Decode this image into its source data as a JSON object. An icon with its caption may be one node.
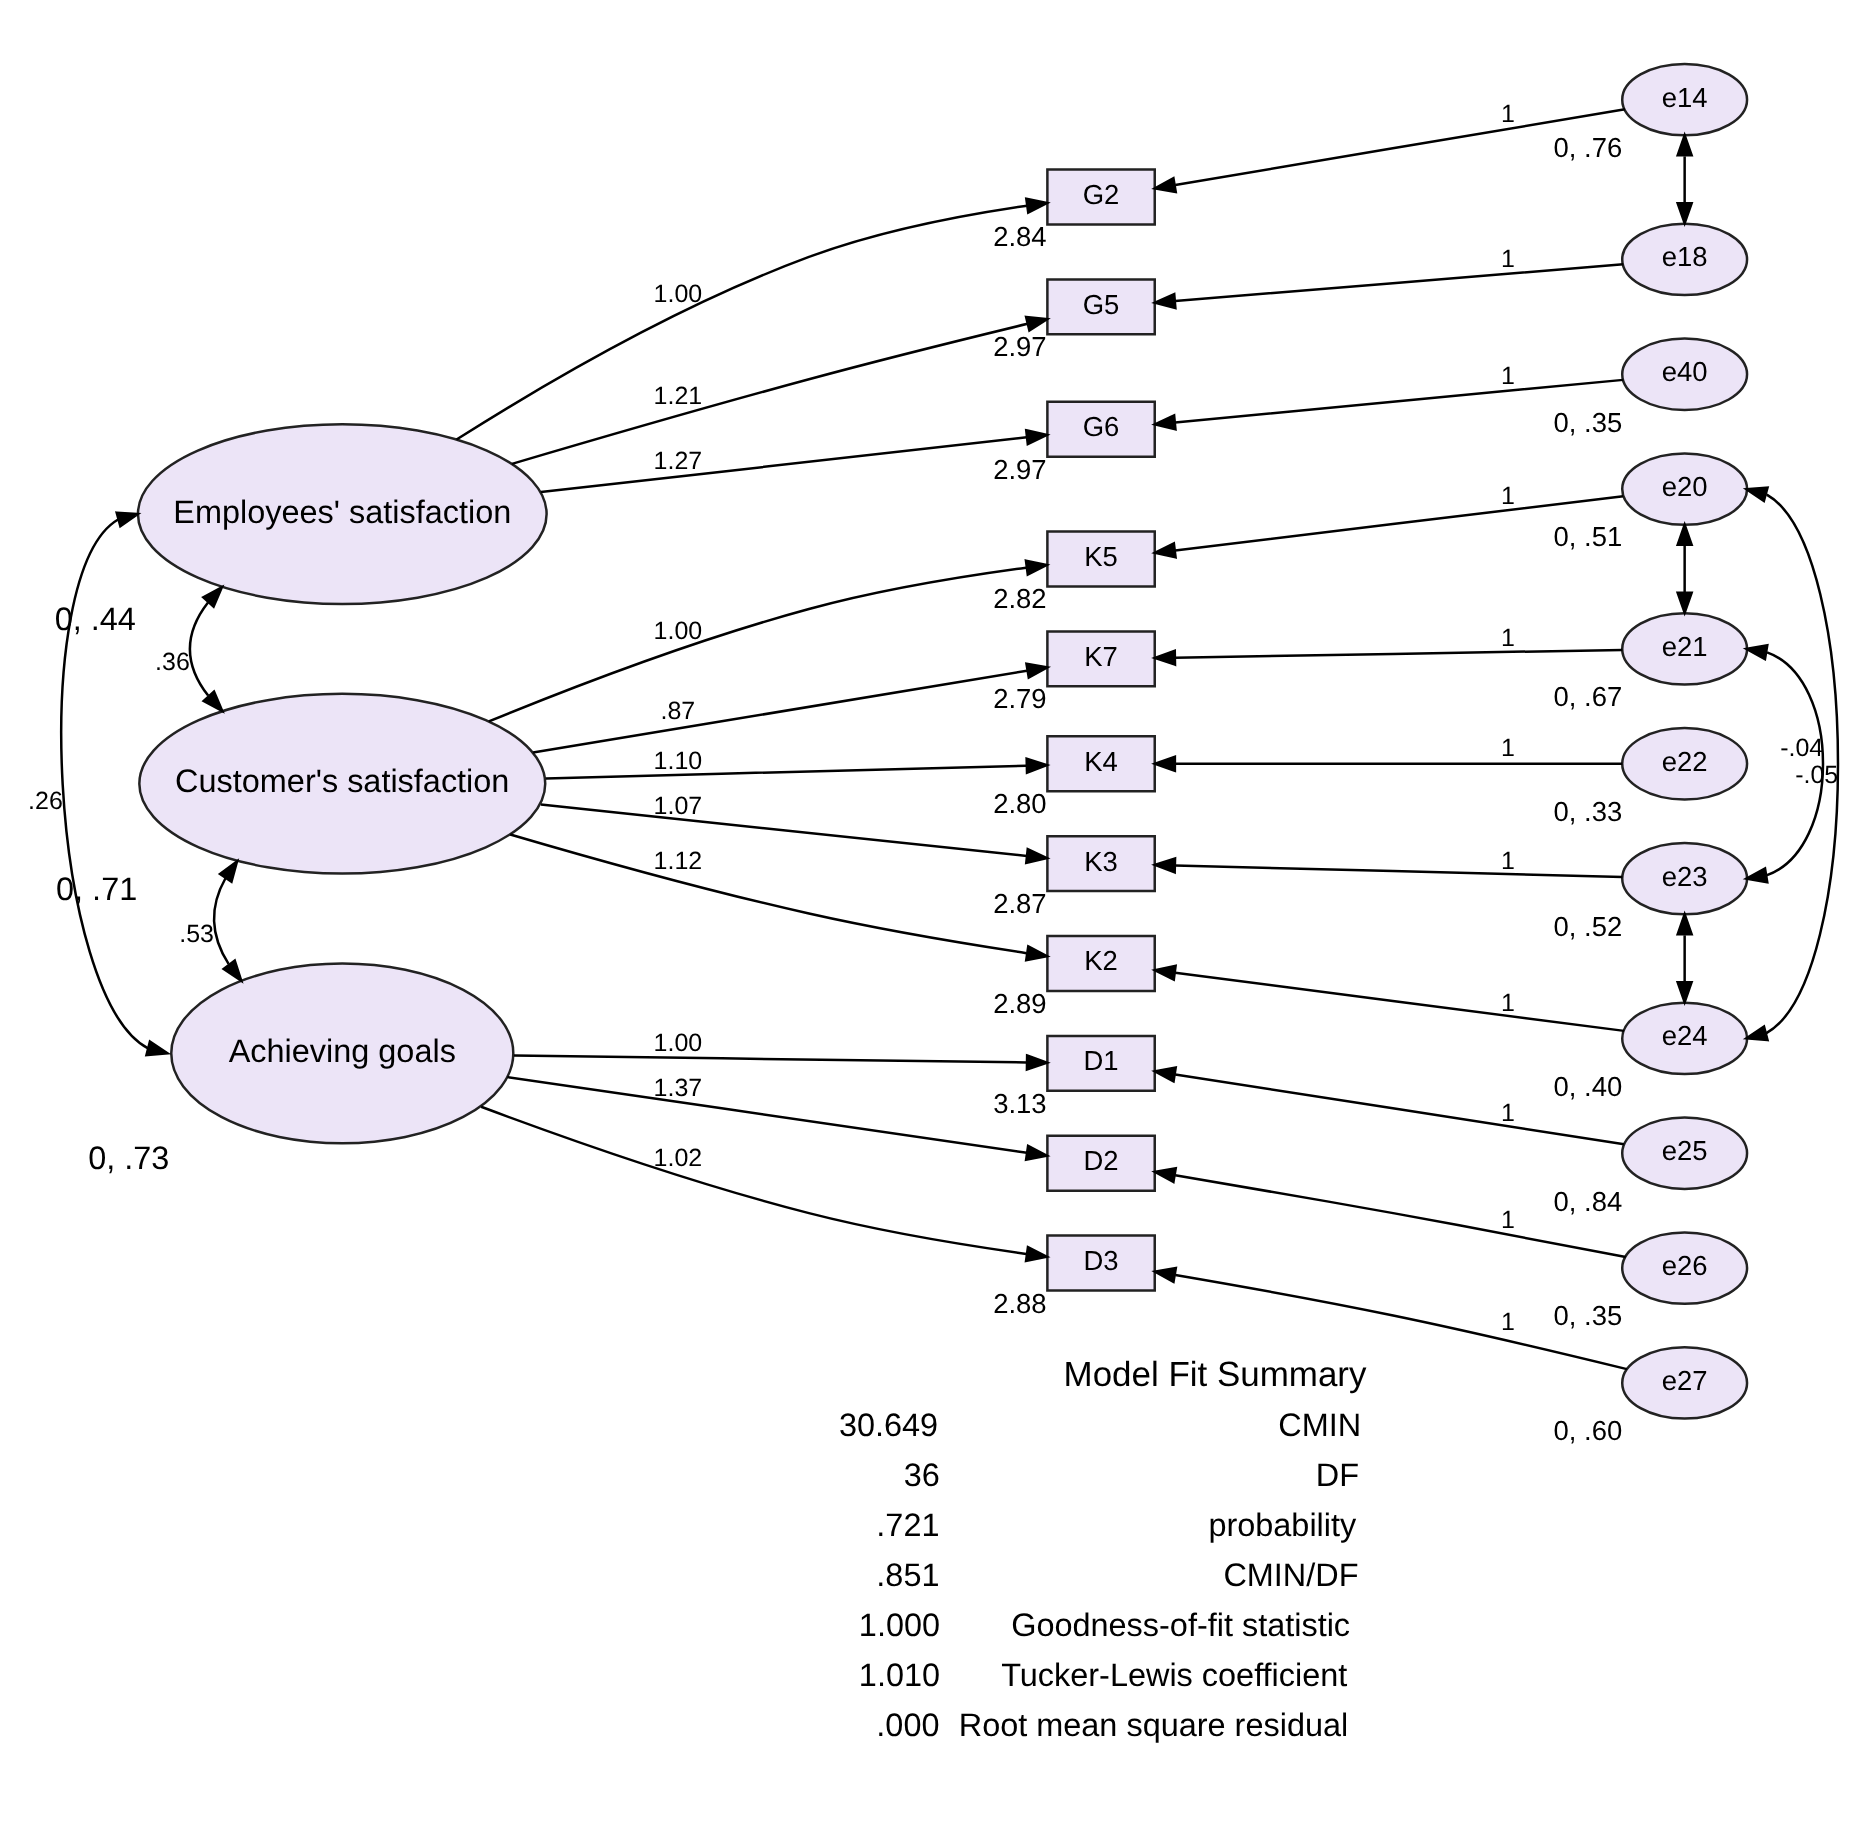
{
  "diagram": {
    "nodes": [
      {
        "text": [
          "Employees' satisfaction"
        ],
        "beside": [
          "0, .44"
        ]
      },
      {
        "text": [
          "G2"
        ],
        "beside": [
          "2.84"
        ]
      },
      {
        "text": [
          "G5"
        ],
        "beside": [
          "2.97"
        ]
      },
      {
        "text": [
          "G6"
        ],
        "beside": [
          "2.97"
        ]
      },
      {
        "text": [
          "e14"
        ],
        "beside": [
          "0, .76"
        ]
      },
      {
        "text": [
          "e18"
        ]
      },
      {
        "text": [
          "e40"
        ],
        "beside": [
          "0, .35"
        ]
      },
      {
        "text": [
          "Customer's satisfaction"
        ],
        "beside": [
          "0, .71"
        ]
      },
      {
        "text": [
          "K5"
        ],
        "beside": [
          "2.82"
        ]
      },
      {
        "text": [
          "K7"
        ],
        "beside": [
          "2.79"
        ]
      },
      {
        "text": [
          "K4"
        ],
        "beside": [
          "2.80"
        ]
      },
      {
        "text": [
          "K3"
        ],
        "beside": [
          "2.87"
        ]
      },
      {
        "text": [
          "K2"
        ],
        "beside": [
          "2.89"
        ]
      },
      {
        "text": [
          "e20"
        ],
        "beside": [
          "0, .51"
        ]
      },
      {
        "text": [
          "e21"
        ],
        "beside": [
          "0, .67"
        ]
      },
      {
        "text": [
          "e22"
        ],
        "beside": [
          "0, .33"
        ]
      },
      {
        "text": [
          "e23"
        ],
        "beside": [
          "0, .52"
        ]
      },
      {
        "text": [
          "e24"
        ],
        "beside": [
          "0, .40"
        ]
      },
      {
        "text": [
          "Achieving goals"
        ],
        "beside": [
          "0, .73"
        ]
      },
      {
        "text": [
          "D1"
        ],
        "beside": [
          "3.13"
        ]
      },
      {
        "text": [
          "D2"
        ]
      },
      {
        "text": [
          "D3"
        ],
        "beside": [
          "2.88"
        ]
      },
      {
        "text": [
          "e25"
        ],
        "beside": [
          "0, .84"
        ]
      },
      {
        "text": [
          "e26"
        ],
        "beside": [
          "0, .35"
        ]
      },
      {
        "text": [
          "e27"
        ],
        "beside": [
          "0, .60"
        ]
      }
    ],
    "edges": [
      {
        "from": 0,
        "to": 1,
        "arrow": "to",
        "label": "1.00"
      },
      {
        "from": 0,
        "to": 2,
        "arrow": "to",
        "label": "1.21"
      },
      {
        "from": 0,
        "to": 3,
        "arrow": "to",
        "label": "1.27"
      },
      {
        "from": 4,
        "to": 1,
        "arrow": "to",
        "label": "1"
      },
      {
        "from": 5,
        "to": 2,
        "arrow": "to",
        "label": "1"
      },
      {
        "from": 6,
        "to": 3,
        "arrow": "to",
        "label": "1"
      },
      {
        "from": 4,
        "to": 5,
        "arrow": "both"
      },
      {
        "from": 0,
        "to": 7,
        "arrow": "both",
        "label": ".36"
      },
      {
        "from": 0,
        "to": 18,
        "arrow": "both",
        "label": ".26"
      },
      {
        "from": 7,
        "to": 18,
        "arrow": "both",
        "label": ".53"
      },
      {
        "from": 7,
        "to": 8,
        "arrow": "to",
        "label": "1.00"
      },
      {
        "from": 7,
        "to": 9,
        "arrow": "to",
        "label": ".87"
      },
      {
        "from": 7,
        "to": 10,
        "arrow": "to",
        "label": "1.10"
      },
      {
        "from": 7,
        "to": 11,
        "arrow": "to",
        "label": "1.07"
      },
      {
        "from": 7,
        "to": 12,
        "arrow": "to",
        "label": "1.12"
      },
      {
        "from": 13,
        "to": 8,
        "arrow": "to",
        "label": "1"
      },
      {
        "from": 14,
        "to": 9,
        "arrow": "to",
        "label": "1"
      },
      {
        "from": 15,
        "to": 10,
        "arrow": "to",
        "label": "1"
      },
      {
        "from": 16,
        "to": 11,
        "arrow": "to",
        "label": "1"
      },
      {
        "from": 17,
        "to": 12,
        "arrow": "to",
        "label": "1"
      },
      {
        "from": 13,
        "to": 14,
        "arrow": "both"
      },
      {
        "from": 14,
        "to": 16,
        "arrow": "both",
        "label": "-.04"
      },
      {
        "from": 13,
        "to": 17,
        "arrow": "both",
        "label": "-.05"
      },
      {
        "from": 16,
        "to": 17,
        "arrow": "both"
      },
      {
        "from": 18,
        "to": 19,
        "arrow": "to",
        "label": "1.00"
      },
      {
        "from": 18,
        "to": 20,
        "arrow": "to",
        "label": "1.37"
      },
      {
        "from": 18,
        "to": 21,
        "arrow": "to",
        "label": "1.02"
      },
      {
        "from": 22,
        "to": 19,
        "arrow": "to",
        "label": "1"
      },
      {
        "from": 23,
        "to": 20,
        "arrow": "to",
        "label": "1"
      },
      {
        "from": 24,
        "to": 21,
        "arrow": "to",
        "label": "1"
      }
    ],
    "labels": [
      "Model Fit Summary",
      "30.649",
      "CMIN",
      "36",
      "DF",
      ".721",
      "probability",
      ".851",
      "CMIN/DF",
      "1.000",
      "Goodness-of-fit statistic",
      "1.010",
      "Tucker-Lewis coefficient",
      ".000",
      "Root mean square residual"
    ]
  }
}
